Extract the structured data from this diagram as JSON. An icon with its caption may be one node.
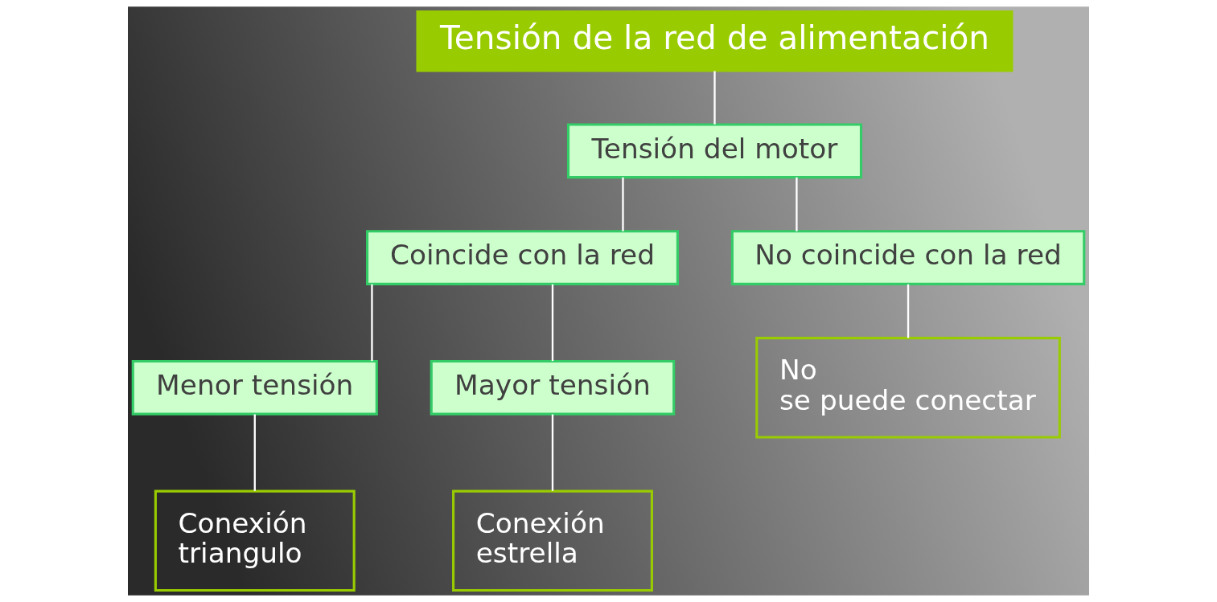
{
  "diagram": {
    "nodes": [
      {
        "text": [
          "Tensión de la red de alimentación"
        ]
      },
      {
        "text": [
          "Tensión del motor"
        ]
      },
      {
        "text": [
          "Coincide con la red"
        ]
      },
      {
        "text": [
          "No coincide con la red"
        ]
      },
      {
        "text": [
          "Menor tensión"
        ]
      },
      {
        "text": [
          "Mayor tensión"
        ]
      },
      {
        "text": [
          "Conexión triangulo"
        ]
      },
      {
        "text": [
          "Conexión estrella"
        ]
      },
      {
        "text": [
          "No se puede conectar"
        ]
      }
    ],
    "edges": [
      {
        "from": 0,
        "to": 1,
        "arrow": "none"
      },
      {
        "from": 1,
        "to": 2,
        "arrow": "none"
      },
      {
        "from": 1,
        "to": 3,
        "arrow": "none"
      },
      {
        "from": 2,
        "to": 4,
        "arrow": "none"
      },
      {
        "from": 2,
        "to": 5,
        "arrow": "none"
      },
      {
        "from": 4,
        "to": 6,
        "arrow": "none"
      },
      {
        "from": 5,
        "to": 7,
        "arrow": "none"
      },
      {
        "from": 3,
        "to": 8,
        "arrow": "none"
      }
    ]
  }
}
